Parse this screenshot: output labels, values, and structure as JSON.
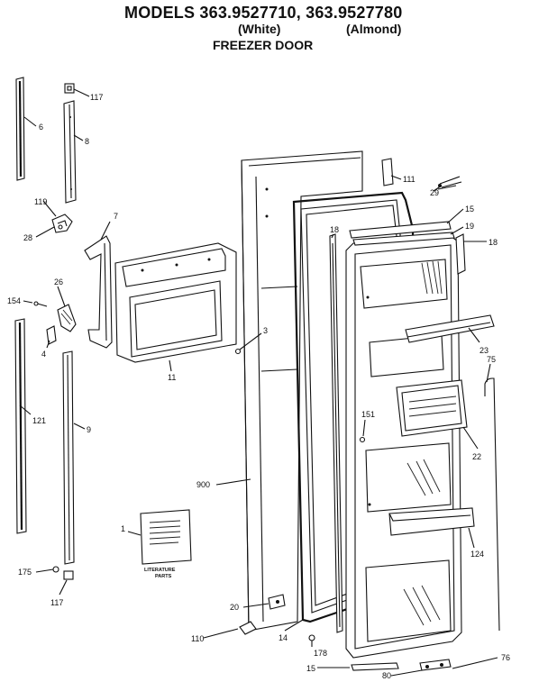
{
  "header": {
    "title": "MODELS 363.9527710, 363.9527780",
    "variant_white": "(White)",
    "variant_almond": "(Almond)",
    "subtitle": "FREEZER DOOR"
  },
  "literature_card_text": {
    "line1": "LITERATURE",
    "line2": "PARTS"
  },
  "callouts": [
    "117",
    "6",
    "8",
    "119",
    "28",
    "7",
    "26",
    "154",
    "4",
    "3",
    "11",
    "121",
    "9",
    "111",
    "29",
    "15",
    "19",
    "18",
    "18",
    "23",
    "75",
    "151",
    "22",
    "900",
    "124",
    "1",
    "175",
    "117",
    "20",
    "110",
    "14",
    "178",
    "15",
    "80",
    "76"
  ]
}
